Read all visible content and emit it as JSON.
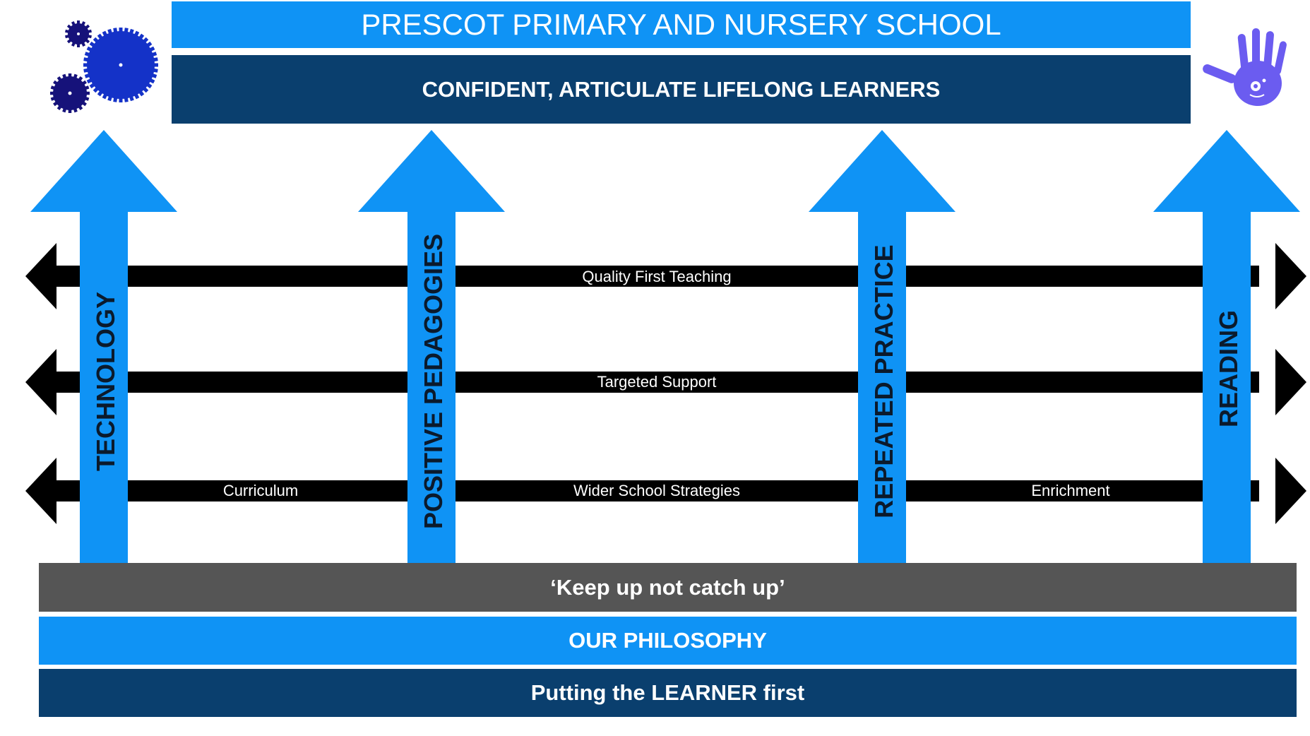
{
  "header": {
    "school_name": "PRESCOT PRIMARY AND NURSERY SCHOOL",
    "motto": "CONFIDENT, ARTICULATE LIFELONG LEARNERS"
  },
  "icons": {
    "left": "gears-icon",
    "right": "handprint-icon"
  },
  "pillars": [
    {
      "label": "TECHNOLOGY"
    },
    {
      "label": "POSITIVE PEDAGOGIES"
    },
    {
      "label": "REPEATED PRACTICE"
    },
    {
      "label": "READING"
    }
  ],
  "bands": [
    {
      "segments": [
        "",
        "Quality First Teaching",
        ""
      ]
    },
    {
      "segments": [
        "",
        "Targeted Support",
        ""
      ]
    },
    {
      "segments": [
        "Curriculum",
        "Wider School Strategies",
        "Enrichment"
      ]
    }
  ],
  "foundation": {
    "keep_up": "‘Keep up not catch up’",
    "philosophy": "OUR PHILOSOPHY",
    "learner_first": "Putting the LEARNER first"
  },
  "colors": {
    "accent_blue": "#0f93f5",
    "navy": "#0a3f6e",
    "grey": "#555555",
    "gear_blue": "#1432c8",
    "gear_dark": "#16127a",
    "hand_purple": "#6b5cf0"
  }
}
